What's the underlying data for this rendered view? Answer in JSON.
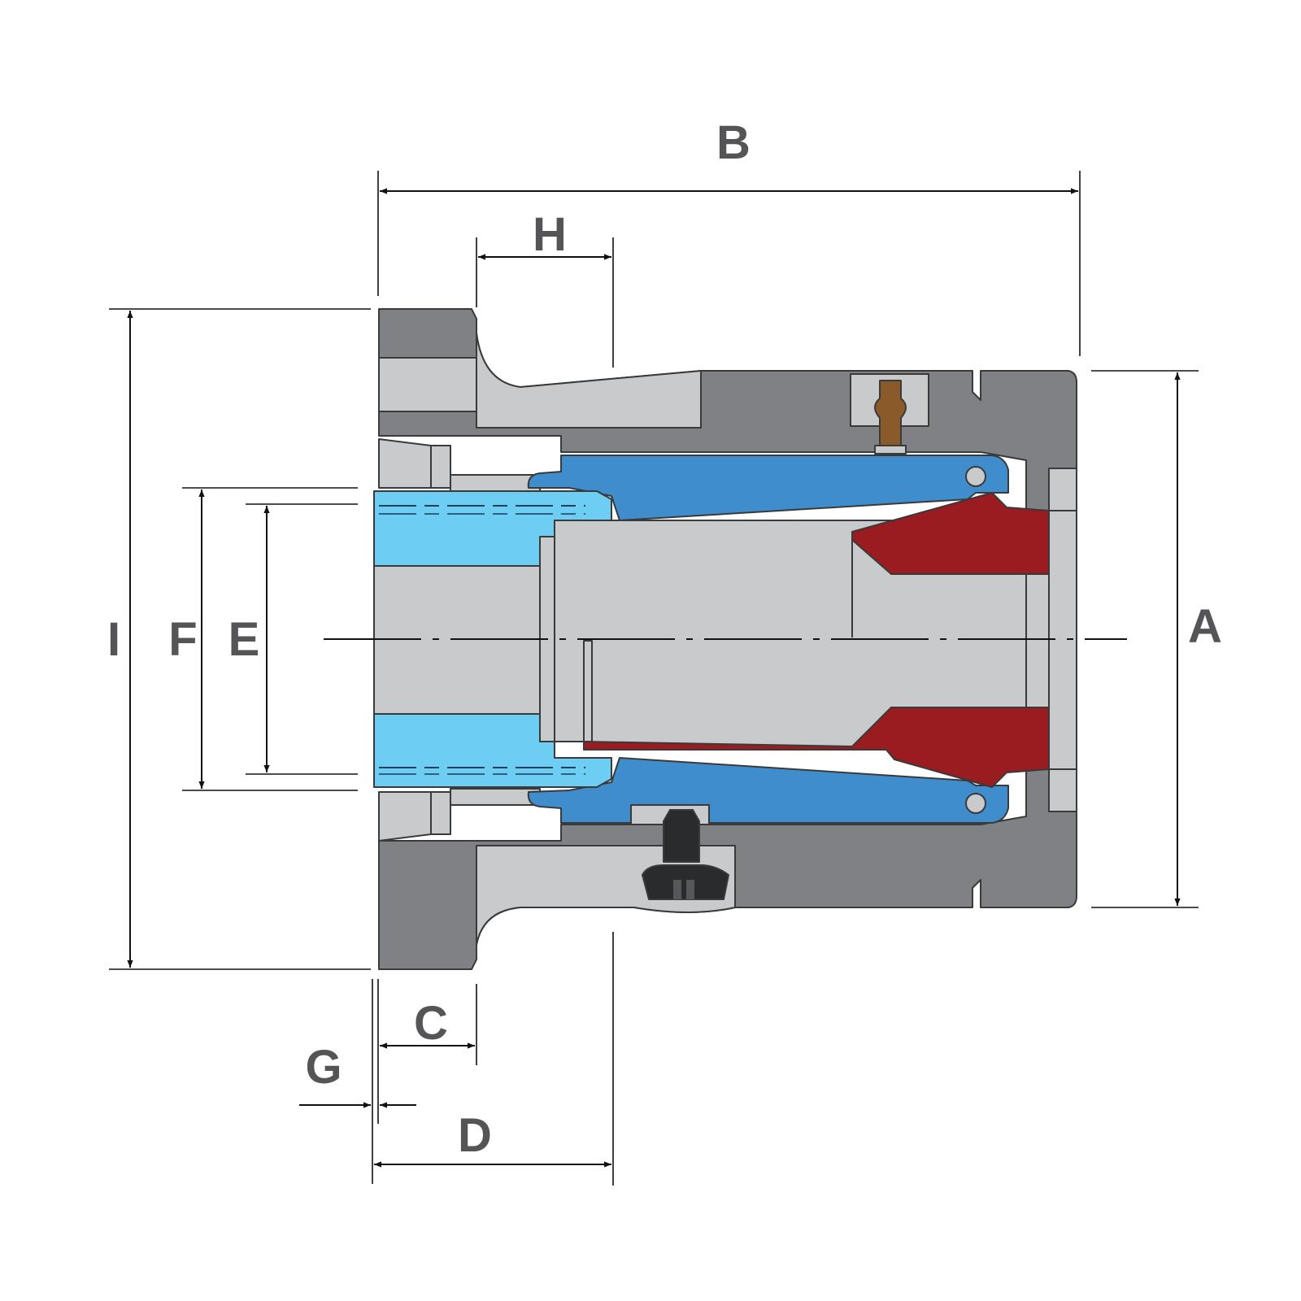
{
  "labels": {
    "A": "A",
    "B": "B",
    "C": "C",
    "D": "D",
    "E": "E",
    "F": "F",
    "G": "G",
    "H": "H",
    "I": "I"
  },
  "colors": {
    "body_dark": "#7f8184",
    "body_light": "#c9cacc",
    "sleeve_blue": "#3f8dcc",
    "insert_lightblue": "#6dcdf3",
    "cone_red": "#9a1b20",
    "fitting_brown": "#8a5a2b",
    "screw_black": "#2a2b2d",
    "label_gray": "#555558"
  }
}
